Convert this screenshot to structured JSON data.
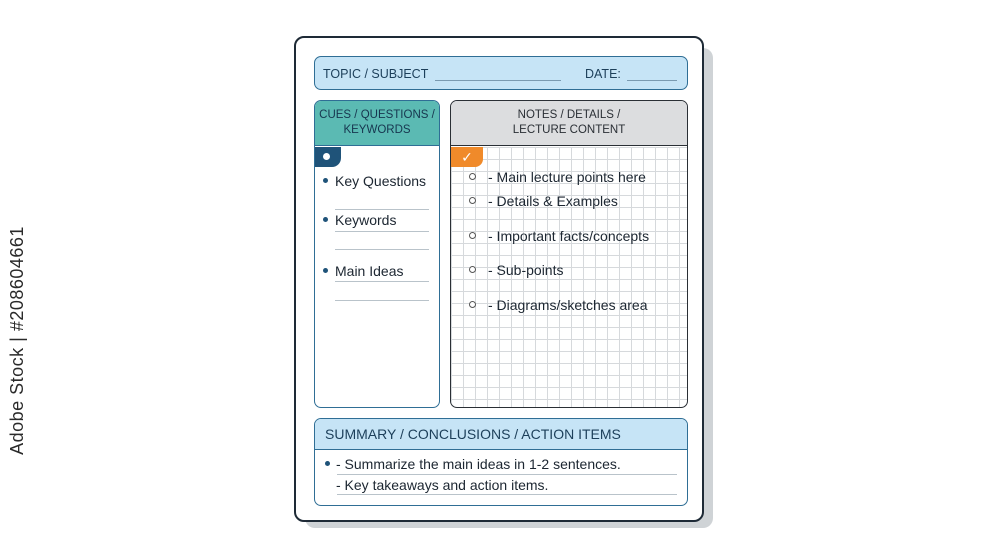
{
  "watermark": "Adobe Stock | #208604661",
  "header": {
    "topic_label": "TOPIC / SUBJECT",
    "date_label": "DATE:"
  },
  "cues": {
    "title": "CUES / QUESTIONS / KEYWORDS",
    "items": [
      "Key Questions",
      "Keywords",
      "Main Ideas"
    ]
  },
  "notes": {
    "title_line1": "NOTES / DETAILS /",
    "title_line2": "LECTURE CONTENT",
    "check_icon": "✓",
    "items": [
      "- Main lecture points here",
      "- Details & Examples",
      "- Important facts/concepts",
      "- Sub-points",
      "- Diagrams/sketches area"
    ]
  },
  "summary": {
    "title": "SUMMARY / CONCLUSIONS / ACTION ITEMS",
    "items": [
      "- Summarize the main ideas in 1-2 sentences.",
      "- Key takeaways and action items."
    ]
  },
  "colors": {
    "header_fill": "#c6e4f6",
    "cues_header": "#5bbab3",
    "accent_dark_blue": "#1f5379",
    "accent_orange": "#f08a2a",
    "notes_header": "#dcdddf"
  }
}
